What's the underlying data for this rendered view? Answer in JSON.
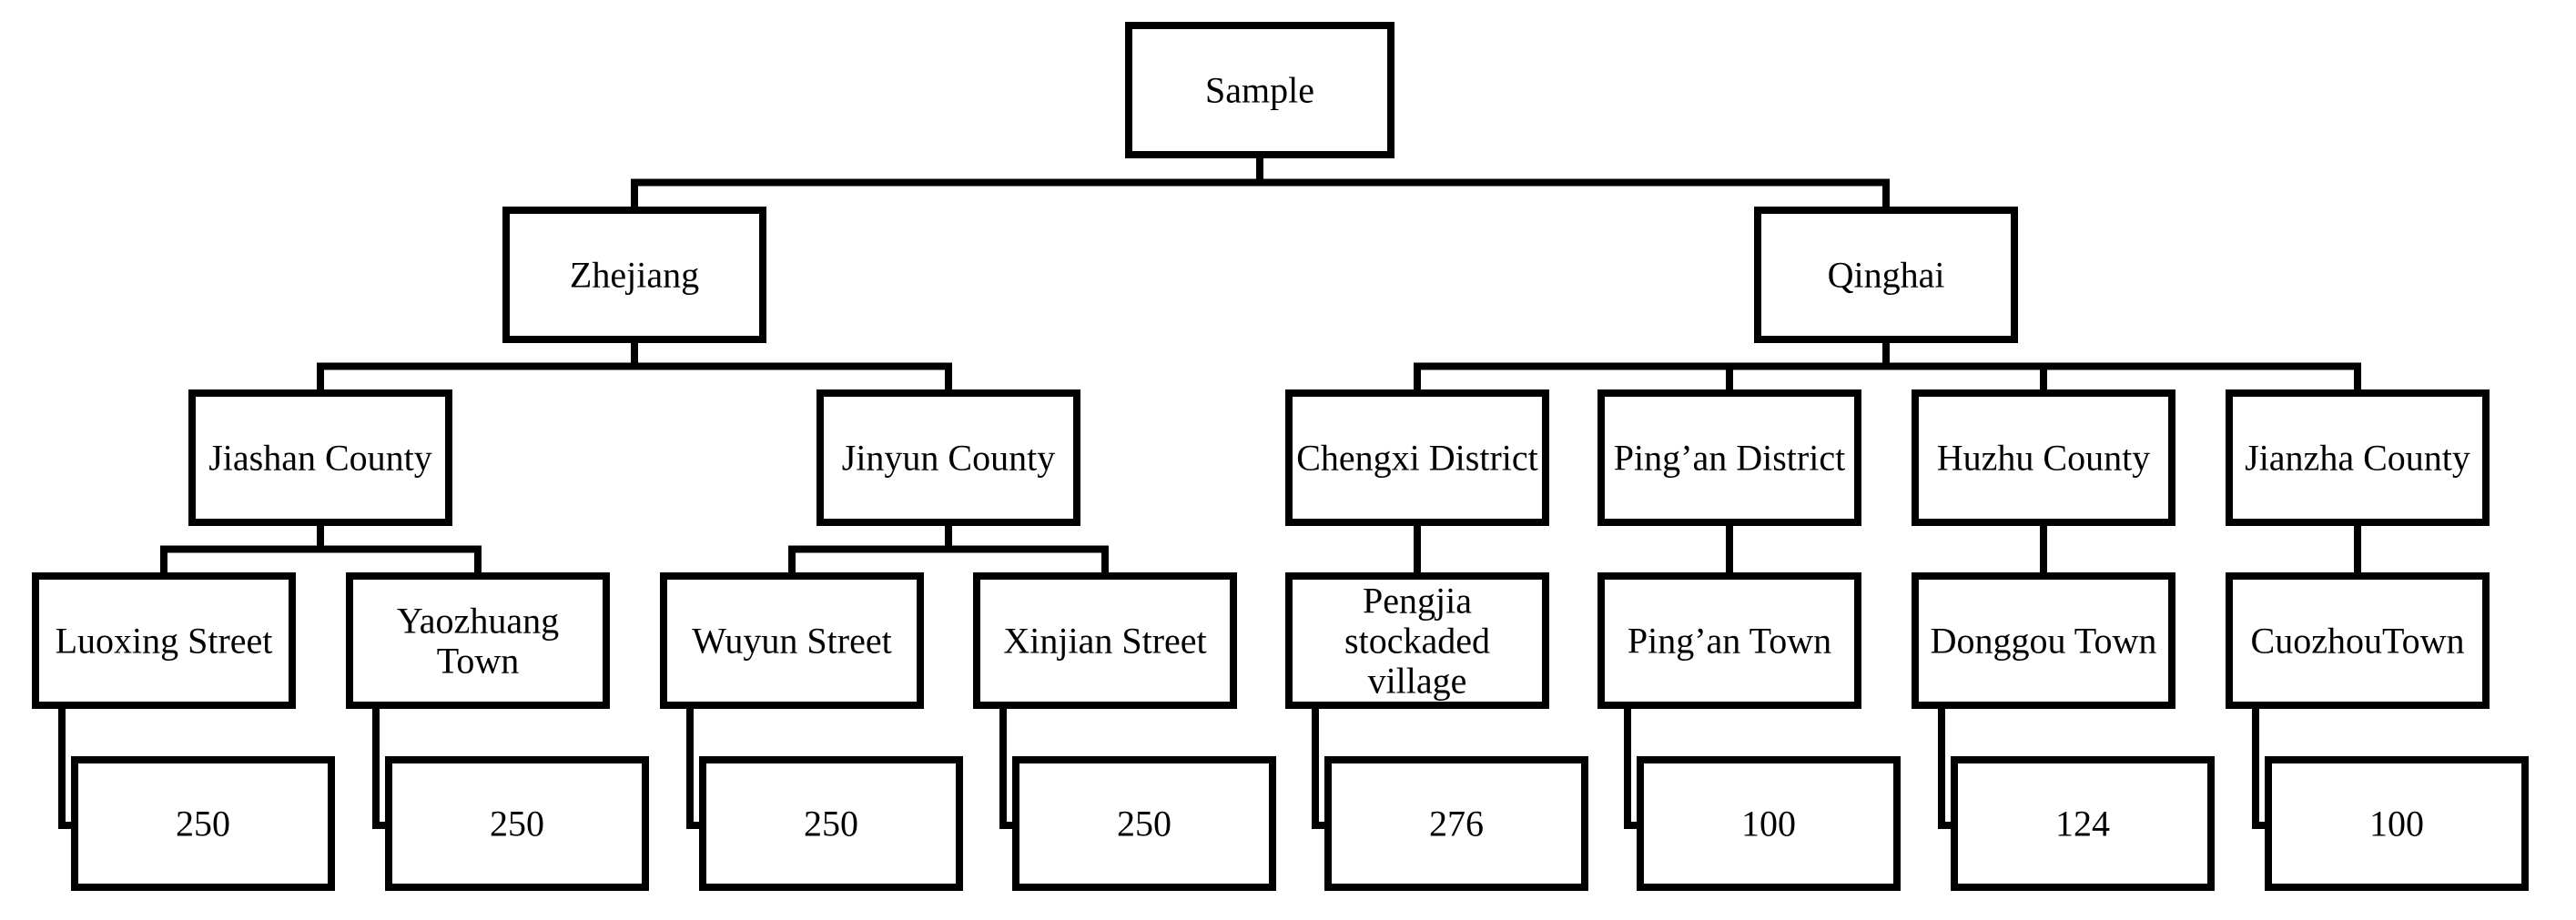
{
  "root": {
    "label": "Sample"
  },
  "provinces": [
    {
      "label": "Zhejiang",
      "counties": [
        {
          "label": "Jiashan County",
          "towns": [
            {
              "lines": [
                "Luoxing Street"
              ],
              "sample": "250"
            },
            {
              "lines": [
                "Yaozhuang",
                "Town"
              ],
              "sample": "250"
            }
          ]
        },
        {
          "label": "Jinyun County",
          "towns": [
            {
              "lines": [
                "Wuyun Street"
              ],
              "sample": "250"
            },
            {
              "lines": [
                "Xinjian Street"
              ],
              "sample": "250"
            }
          ]
        }
      ]
    },
    {
      "label": "Qinghai",
      "counties": [
        {
          "label": "Chengxi District",
          "towns": [
            {
              "lines": [
                "Pengjia",
                "stockaded",
                "village"
              ],
              "sample": "276"
            }
          ]
        },
        {
          "label": "Ping’an District",
          "towns": [
            {
              "lines": [
                "Ping’an Town"
              ],
              "sample": "100"
            }
          ]
        },
        {
          "label": "Huzhu County",
          "towns": [
            {
              "lines": [
                "Donggou Town"
              ],
              "sample": "124"
            }
          ]
        },
        {
          "label": "Jianzha County",
          "towns": [
            {
              "lines": [
                "CuozhouTown"
              ],
              "sample": "100"
            }
          ]
        }
      ]
    }
  ]
}
